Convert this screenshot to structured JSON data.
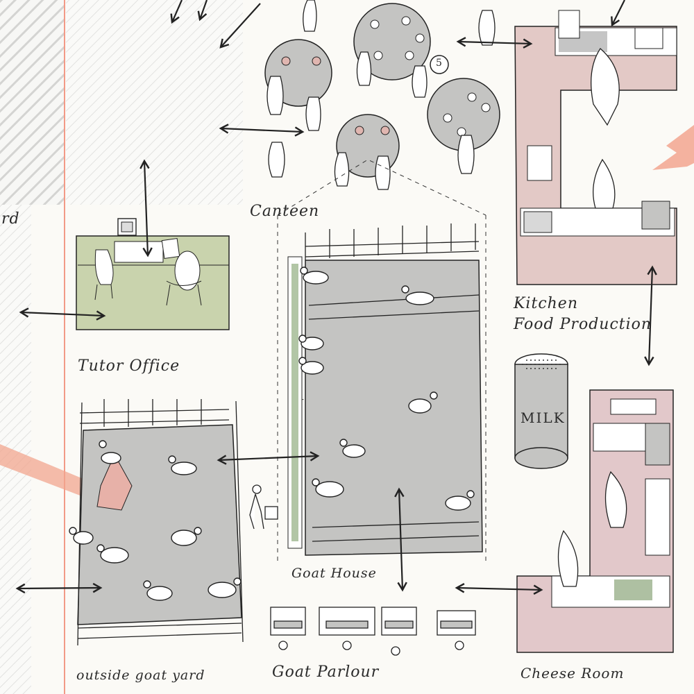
{
  "labels": {
    "canteen": "Canteen",
    "tutor_office": "Tutor Office",
    "kitchen_line1": "Kitchen",
    "kitchen_line2": "Food Production",
    "goat_house": "Goat House",
    "outside_goat_yard": "outside goat yard",
    "goat_parlour": "Goat Parlour",
    "cheese_room": "Cheese Room",
    "milk_tank": "MILK",
    "table_number": "5",
    "edge_fragment": "rd"
  },
  "colors": {
    "kitchen_pink": "#e3c9c6",
    "cheese_pink": "#e2c8ca",
    "office_green": "#c9d3ad",
    "goat_grey": "#c4c4c2",
    "accent_salmon": "#f2a58f",
    "red_line": "#f07a62",
    "ink": "#222222"
  },
  "icons": [
    "arrow-icon",
    "goat-icon",
    "person-icon",
    "chef-icon",
    "table-icon",
    "milk-tank-icon",
    "computer-icon",
    "chair-icon"
  ]
}
